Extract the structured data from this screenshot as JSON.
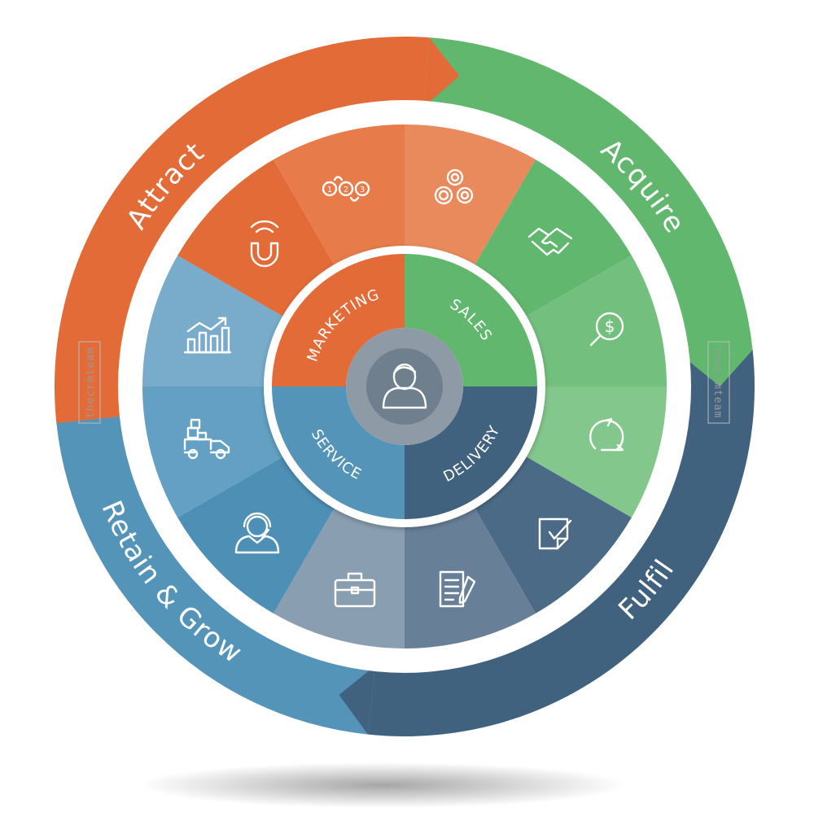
{
  "diagram": {
    "outer_ring": [
      {
        "label": "Attract",
        "color": "#e36b37"
      },
      {
        "label": "Acquire",
        "color": "#60b76d"
      },
      {
        "label": "Fulfil",
        "color": "#41627f"
      },
      {
        "label": "Retain & Grow",
        "color": "#5494b9"
      }
    ],
    "inner_ring": [
      {
        "label": "MARKETING",
        "color": "#e36b37"
      },
      {
        "label": "SALES",
        "color": "#60b76d"
      },
      {
        "label": "DELIVERY",
        "color": "#41627f"
      },
      {
        "label": "SERVICE",
        "color": "#5494b9"
      }
    ],
    "segment_icons": [
      {
        "icon": "numbered-steps-icon",
        "color": "#e98a5d"
      },
      {
        "icon": "gears-dollar-icon",
        "color": "#60b76d"
      },
      {
        "icon": "handshake-icon",
        "color": "#72bf7e"
      },
      {
        "icon": "dollar-magnifier-icon",
        "color": "#83c78d"
      },
      {
        "icon": "cycle-arrow-icon",
        "color": "#4b6a86"
      },
      {
        "icon": "signed-note-icon",
        "color": "#687f98"
      },
      {
        "icon": "document-pen-icon",
        "color": "#8a9eb1"
      },
      {
        "icon": "briefcase-icon",
        "color": "#4e8fb6"
      },
      {
        "icon": "support-agent-icon",
        "color": "#63a0c3"
      },
      {
        "icon": "delivery-truck-icon",
        "color": "#78acca"
      },
      {
        "icon": "growth-chart-icon",
        "color": "#e36b37"
      },
      {
        "icon": "magnet-icon",
        "color": "#e77b4a"
      }
    ],
    "center_icon": "user-avatar-icon",
    "watermark": "thecrmteam"
  }
}
